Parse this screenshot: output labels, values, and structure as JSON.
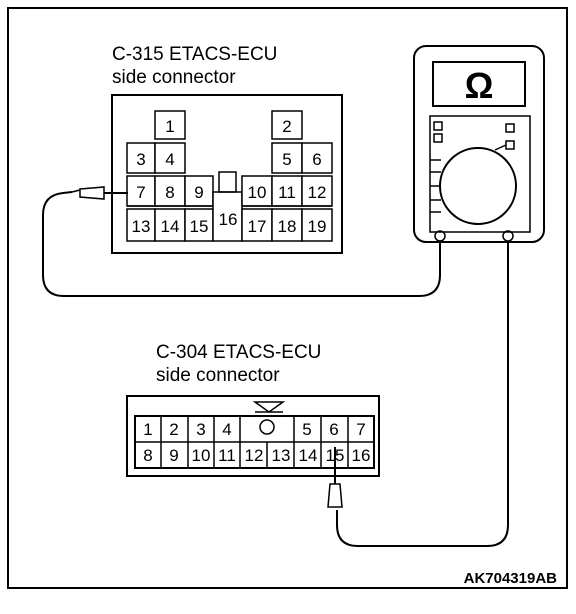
{
  "connector_c315": {
    "title_line1": "C-315 ETACS-ECU",
    "title_line2": "side connector",
    "pins": [
      "1",
      "2",
      "3",
      "4",
      "5",
      "6",
      "7",
      "8",
      "9",
      "10",
      "11",
      "12",
      "13",
      "14",
      "15",
      "16",
      "17",
      "18",
      "19"
    ]
  },
  "connector_c304": {
    "title_line1": "C-304 ETACS-ECU",
    "title_line2": "side connector",
    "pins": [
      "1",
      "2",
      "3",
      "4",
      "5",
      "6",
      "7",
      "8",
      "9",
      "10",
      "11",
      "12",
      "13",
      "14",
      "15",
      "16"
    ]
  },
  "meter": {
    "symbol": "Ω"
  },
  "figure_code": "AK704319AB"
}
